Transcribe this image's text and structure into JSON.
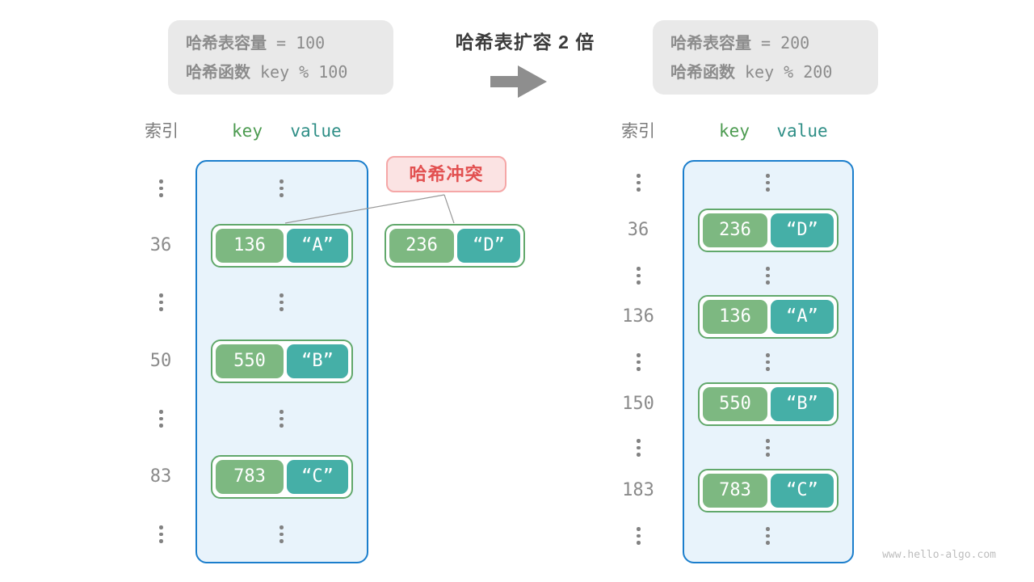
{
  "info_box_left": {
    "capacity_label": "哈希表容量",
    "capacity_value": "= 100",
    "hash_fn_label": "哈希函数",
    "hash_fn_value": "key % 100"
  },
  "info_box_right": {
    "capacity_label": "哈希表容量",
    "capacity_value": "= 200",
    "hash_fn_label": "哈希函数",
    "hash_fn_value": "key % 200"
  },
  "expand_title": "哈希表扩容 2 倍",
  "conflict_label": "哈希冲突",
  "conflict_pair": {
    "key": "236",
    "value": "“D”"
  },
  "left_table": {
    "header": {
      "index": "索引",
      "key": "key",
      "value": "value"
    },
    "rows": [
      {
        "index": "36",
        "key": "136",
        "value": "“A”"
      },
      {
        "index": "50",
        "key": "550",
        "value": "“B”"
      },
      {
        "index": "83",
        "key": "783",
        "value": "“C”"
      }
    ]
  },
  "right_table": {
    "header": {
      "index": "索引",
      "key": "key",
      "value": "value"
    },
    "rows": [
      {
        "index": "36",
        "key": "236",
        "value": "“D”"
      },
      {
        "index": "136",
        "key": "136",
        "value": "“A”"
      },
      {
        "index": "150",
        "key": "550",
        "value": "“B”"
      },
      {
        "index": "183",
        "key": "783",
        "value": "“C”"
      }
    ]
  },
  "watermark": "www.hello-algo.com",
  "colors": {
    "key_green": "#7DB881",
    "value_teal": "#45AFA7",
    "pair_border": "#61A86B",
    "container_fill": "#E8F3FB",
    "container_border": "#1B7ECC",
    "info_fill": "#E9E9E9",
    "info_text": "#8C8C8C",
    "conflict_fill": "#FBE3E3",
    "conflict_border": "#F5A7A7",
    "conflict_text": "#E25050",
    "header_key": "#4C9B50",
    "header_value": "#2E8E86",
    "index_gray": "#8A8A8A",
    "arrow_gray": "#8E8E8E",
    "title_text": "#3C3C3C",
    "line_gray": "#999999",
    "watermark_gray": "#BDBDBD"
  }
}
